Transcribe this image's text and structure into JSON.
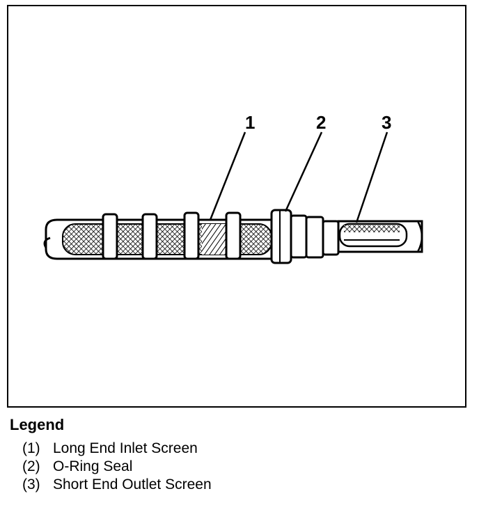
{
  "callouts": [
    "1",
    "2",
    "3"
  ],
  "legend": {
    "title": "Legend",
    "items": [
      {
        "num": "(1)",
        "text": "Long End Inlet Screen"
      },
      {
        "num": "(2)",
        "text": "O-Ring Seal"
      },
      {
        "num": "(3)",
        "text": "Short End Outlet Screen"
      }
    ]
  }
}
